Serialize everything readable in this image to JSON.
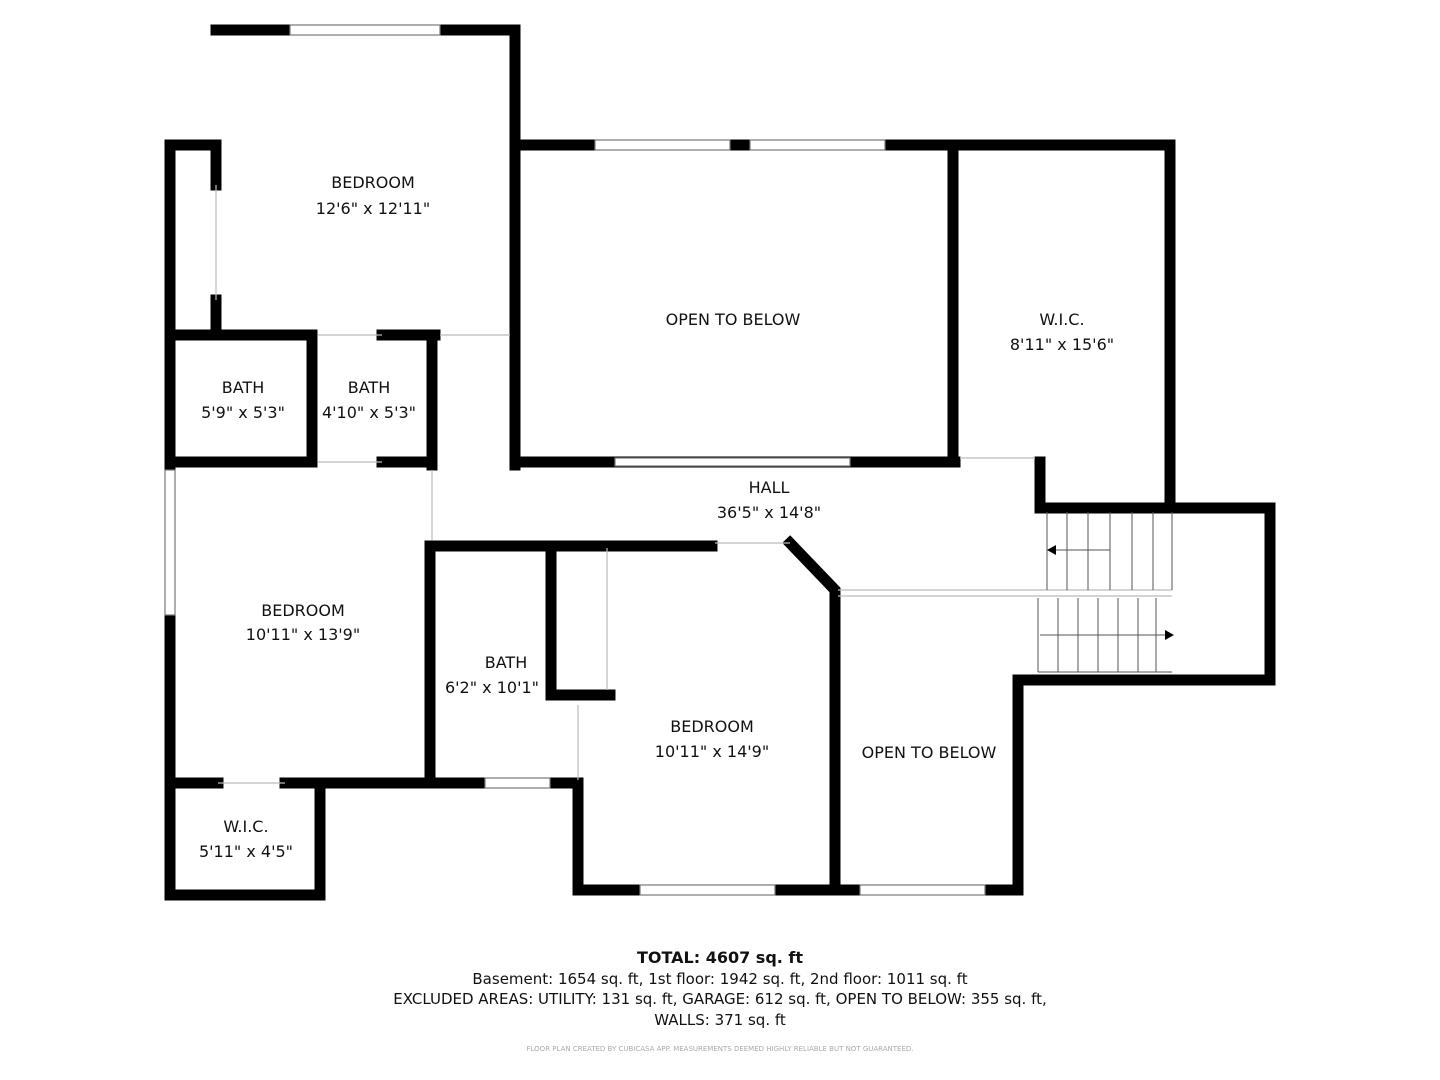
{
  "rooms": [
    {
      "name": "BEDROOM",
      "size": "12'6\" x 12'11\""
    },
    {
      "name": "OPEN TO BELOW",
      "size": ""
    },
    {
      "name": "W.I.C.",
      "size": "8'11\" x 15'6\""
    },
    {
      "name": "BATH",
      "size": "5'9\" x 5'3\""
    },
    {
      "name": "BATH",
      "size": "4'10\" x 5'3\""
    },
    {
      "name": "HALL",
      "size": "36'5\" x 14'8\""
    },
    {
      "name": "BEDROOM",
      "size": "10'11\" x 13'9\""
    },
    {
      "name": "BATH",
      "size": "6'2\" x 10'1\""
    },
    {
      "name": "BEDROOM",
      "size": "10'11\" x 14'9\""
    },
    {
      "name": "OPEN TO BELOW",
      "size": ""
    },
    {
      "name": "W.I.C.",
      "size": "5'11\" x 4'5\""
    }
  ],
  "footer": {
    "total": "TOTAL: 4607 sq. ft",
    "floors": "Basement: 1654 sq. ft, 1st floor: 1942 sq. ft, 2nd floor: 1011 sq. ft",
    "excluded": "EXCLUDED AREAS: UTILITY: 131 sq. ft, GARAGE: 612 sq. ft, OPEN TO BELOW: 355 sq. ft,",
    "walls": "WALLS: 371 sq. ft",
    "disclaimer": "FLOOR PLAN CREATED BY CUBICASA APP. MEASUREMENTS DEEMED HIGHLY RELIABLE BUT NOT GUARANTEED."
  }
}
